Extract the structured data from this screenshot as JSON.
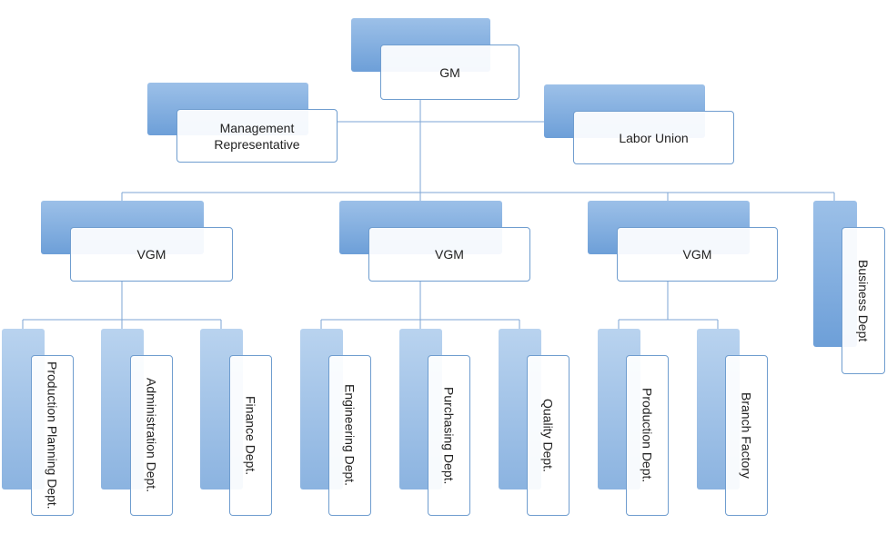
{
  "nodes": {
    "gm": "GM",
    "management_rep": "Management Representative",
    "labor_union": "Labor Union",
    "vgm_left": "VGM",
    "vgm_center": "VGM",
    "vgm_right": "VGM",
    "business_dept": "Business Dept",
    "production_planning": "Production Planning Dept.",
    "administration": "Administration Dept.",
    "finance": "Finance Dept.",
    "engineering": "Engineering Dept.",
    "purchasing": "Purchasing Dept.",
    "quality": "Quality Dept.",
    "production": "Production Dept.",
    "branch_factory": "Branch Factory"
  },
  "colors": {
    "box_fill": "#6d9fd8",
    "box_fill_light": "#b9d3ef",
    "connector": "#7ea6d4",
    "border": "#6f9dcf"
  }
}
